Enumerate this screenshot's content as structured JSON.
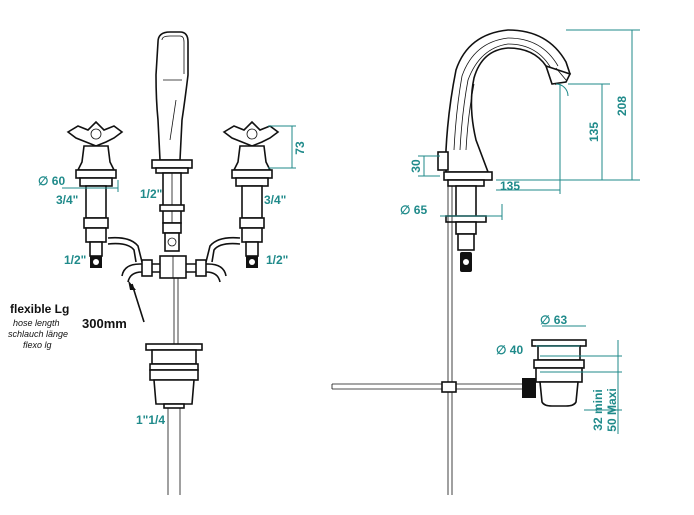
{
  "front_view": {
    "dim_diameter_60": "∅ 60",
    "dim_height_73": "73",
    "thread_left_valve": "3/4\"",
    "thread_right_valve": "3/4\"",
    "thread_spout": "1/2\"",
    "thread_left_inlet": "1/2\"",
    "thread_right_inlet": "1/2\"",
    "thread_waste": "1\"1/4"
  },
  "hose_note": {
    "title": "flexible Lg",
    "line_en": "hose length",
    "line_de": "schlauch länge",
    "line_es": "flexo lg",
    "length": "300mm"
  },
  "side_view": {
    "dim_height_208": "208",
    "dim_height_135": "135",
    "dim_reach_135": "135",
    "dim_height_30": "30",
    "dim_diameter_65": "∅ 65",
    "dim_diameter_63": "∅ 63",
    "dim_diameter_40": "∅ 40",
    "dim_waste_min": "32 mini",
    "dim_waste_max": "50 Maxi"
  },
  "colors": {
    "dimension": "#1f8a8a",
    "outline": "#111111"
  }
}
